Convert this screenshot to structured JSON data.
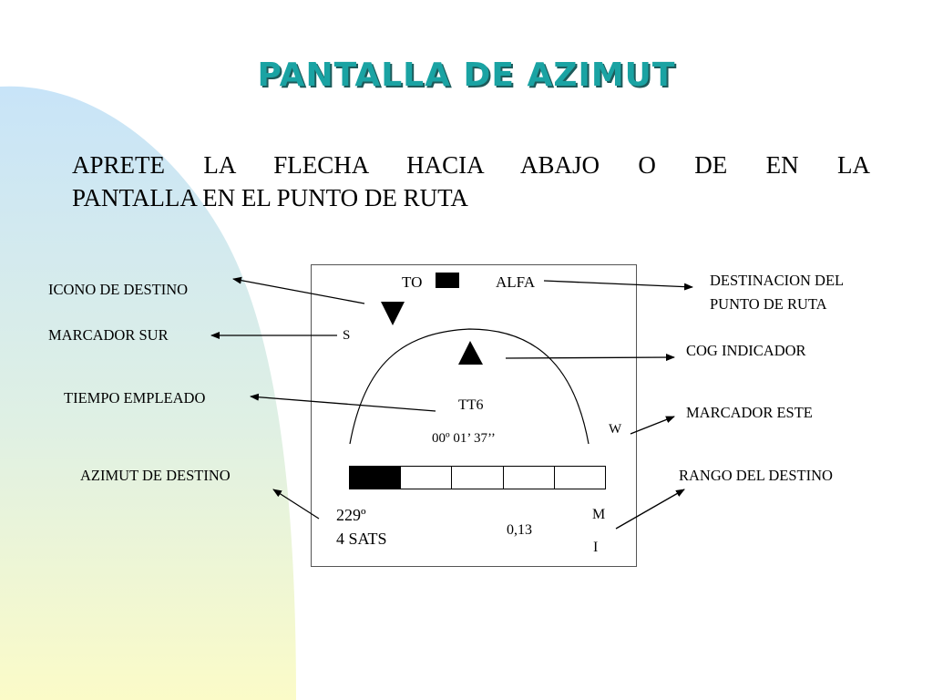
{
  "title": "PANTALLA DE AZIMUT",
  "intro": {
    "line1": "APRETE LA FLECHA HACIA ABAJO O DE EN LA",
    "line2": "PANTALLA EN EL PUNTO DE RUTA"
  },
  "labels": {
    "icono_destino": "ICONO DE DESTINO",
    "marcador_sur": "MARCADOR SUR",
    "tiempo_empleado": "TIEMPO EMPLEADO",
    "azimut_destino": "AZIMUT DE DESTINO",
    "destinacion_l1": "DESTINACION DEL",
    "destinacion_l2": "PUNTO DE RUTA",
    "cog_indicador": "COG INDICADOR",
    "marcador_este": "MARCADOR ESTE",
    "rango_destino": "RANGO DEL DESTINO"
  },
  "screen": {
    "to_label": "TO",
    "waypoint_name": "ALFA",
    "south_marker": "S",
    "west_marker": "W",
    "waypoint_id": "TT6",
    "elapsed_time": "00º 01’ 37’’",
    "bearing": "229º",
    "satellites": "4 SATS",
    "range": "0,13",
    "unit_m": "M",
    "unit_i": "I",
    "bar_segments": 5,
    "bar_filled": 1
  },
  "colors": {
    "title": "#1aa3a3",
    "title_shadow": "#1e5a5a",
    "bg_blue": "#c8e4f8",
    "bg_yellow": "#fbfbc8"
  },
  "icons": [
    "destination-icon-down-triangle",
    "cog-indicator-up-triangle",
    "waypoint-square-icon"
  ]
}
